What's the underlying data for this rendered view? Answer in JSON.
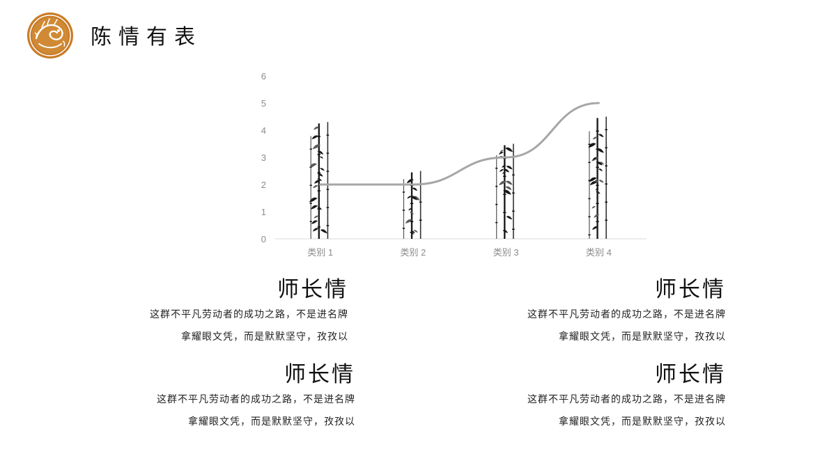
{
  "header": {
    "title": "陈情有表",
    "logo_icon": "dragon-medallion-icon",
    "accent_color": "#c97c26"
  },
  "chart_data": {
    "type": "bar",
    "categories": [
      "类别 1",
      "类别 2",
      "类别 3",
      "类别 4"
    ],
    "series": [
      {
        "mark": "bar",
        "style": "ink-bamboo",
        "values": [
          4.3,
          2.5,
          3.5,
          4.5
        ]
      },
      {
        "mark": "line",
        "color": "#a6a6a6",
        "values": [
          2,
          2,
          3,
          5
        ]
      }
    ],
    "yticks": [
      0,
      1,
      2,
      3,
      4,
      5,
      6
    ],
    "ylim": [
      0,
      6
    ],
    "grid": false,
    "legend": "none"
  },
  "blocks": [
    {
      "title": "师长情",
      "lines": [
        "这群不平凡劳动者的成功之路，不是进名牌",
        "拿耀眼文凭，而是默默坚守，孜孜以"
      ]
    },
    {
      "title": "师长情",
      "lines": [
        "这群不平凡劳动者的成功之路，不是进名牌",
        "拿耀眼文凭，而是默默坚守，孜孜以"
      ]
    },
    {
      "title": "师长情",
      "lines": [
        "这群不平凡劳动者的成功之路，不是进名牌",
        "拿耀眼文凭，而是默默坚守，孜孜以"
      ]
    },
    {
      "title": "师长情",
      "lines": [
        "这群不平凡劳动者的成功之路，不是进名牌",
        "拿耀眼文凭，而是默默坚守，孜孜以"
      ]
    }
  ]
}
